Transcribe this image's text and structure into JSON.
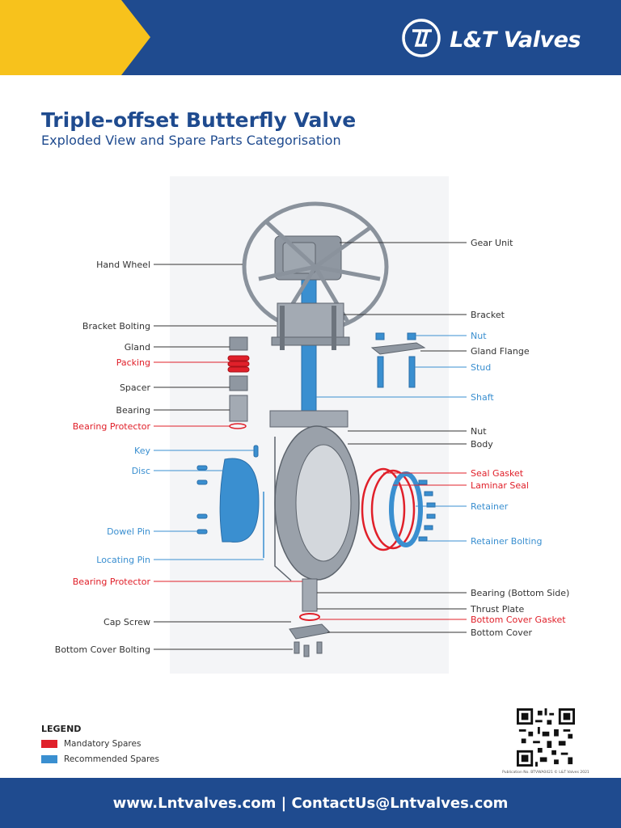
{
  "header": {
    "brand": "L&T Valves",
    "bg_color": "#1f4b8f",
    "accent_color": "#f7c21c",
    "logo_icon": "lt-logo-icon"
  },
  "title": "Triple-offset Butterfly Valve",
  "subtitle": "Exploded View and Spare Parts Categorisation",
  "colors": {
    "mandatory": "#e0202a",
    "recommended": "#3a8fd0",
    "neutral": "#333333"
  },
  "labels_left": [
    {
      "id": "hand-wheel",
      "text": "Hand Wheel",
      "category": "neutral"
    },
    {
      "id": "bracket-bolting",
      "text": "Bracket Bolting",
      "category": "neutral"
    },
    {
      "id": "gland",
      "text": "Gland",
      "category": "neutral"
    },
    {
      "id": "packing",
      "text": "Packing",
      "category": "mandatory"
    },
    {
      "id": "spacer",
      "text": "Spacer",
      "category": "neutral"
    },
    {
      "id": "bearing",
      "text": "Bearing",
      "category": "neutral"
    },
    {
      "id": "bearing-protector-top",
      "text": "Bearing Protector",
      "category": "mandatory"
    },
    {
      "id": "key",
      "text": "Key",
      "category": "recommended"
    },
    {
      "id": "disc",
      "text": "Disc",
      "category": "recommended"
    },
    {
      "id": "dowel-pin",
      "text": "Dowel Pin",
      "category": "recommended"
    },
    {
      "id": "locating-pin",
      "text": "Locating Pin",
      "category": "recommended"
    },
    {
      "id": "bearing-protector-bottom",
      "text": "Bearing Protector",
      "category": "mandatory"
    },
    {
      "id": "cap-screw",
      "text": "Cap Screw",
      "category": "neutral"
    },
    {
      "id": "bottom-cover-bolting",
      "text": "Bottom Cover Bolting",
      "category": "neutral"
    }
  ],
  "labels_right": [
    {
      "id": "gear-unit",
      "text": "Gear Unit",
      "category": "neutral"
    },
    {
      "id": "bracket",
      "text": "Bracket",
      "category": "neutral"
    },
    {
      "id": "nut-top",
      "text": "Nut",
      "category": "recommended"
    },
    {
      "id": "gland-flange",
      "text": "Gland Flange",
      "category": "neutral"
    },
    {
      "id": "stud",
      "text": "Stud",
      "category": "recommended"
    },
    {
      "id": "shaft",
      "text": "Shaft",
      "category": "recommended"
    },
    {
      "id": "nut-body",
      "text": "Nut",
      "category": "neutral"
    },
    {
      "id": "body",
      "text": "Body",
      "category": "neutral"
    },
    {
      "id": "seal-gasket",
      "text": "Seal Gasket",
      "category": "mandatory"
    },
    {
      "id": "laminar-seal",
      "text": "Laminar Seal",
      "category": "mandatory"
    },
    {
      "id": "retainer",
      "text": "Retainer",
      "category": "recommended"
    },
    {
      "id": "retainer-bolting",
      "text": "Retainer Bolting",
      "category": "recommended"
    },
    {
      "id": "bearing-bottom-side",
      "text": "Bearing (Bottom Side)",
      "category": "neutral"
    },
    {
      "id": "thrust-plate",
      "text": "Thrust Plate",
      "category": "neutral"
    },
    {
      "id": "bottom-cover-gasket",
      "text": "Bottom Cover Gasket",
      "category": "mandatory"
    },
    {
      "id": "bottom-cover",
      "text": "Bottom Cover",
      "category": "neutral"
    }
  ],
  "legend": {
    "title": "LEGEND",
    "items": [
      {
        "label": "Mandatory Spares",
        "color": "#e0202a"
      },
      {
        "label": "Recommended Spares",
        "color": "#3a8fd0"
      }
    ]
  },
  "publication": "Publication No. BTVWA0421 © L&T Valves 2021",
  "footer": "www.Lntvalves.com | ContactUs@Lntvalves.com"
}
